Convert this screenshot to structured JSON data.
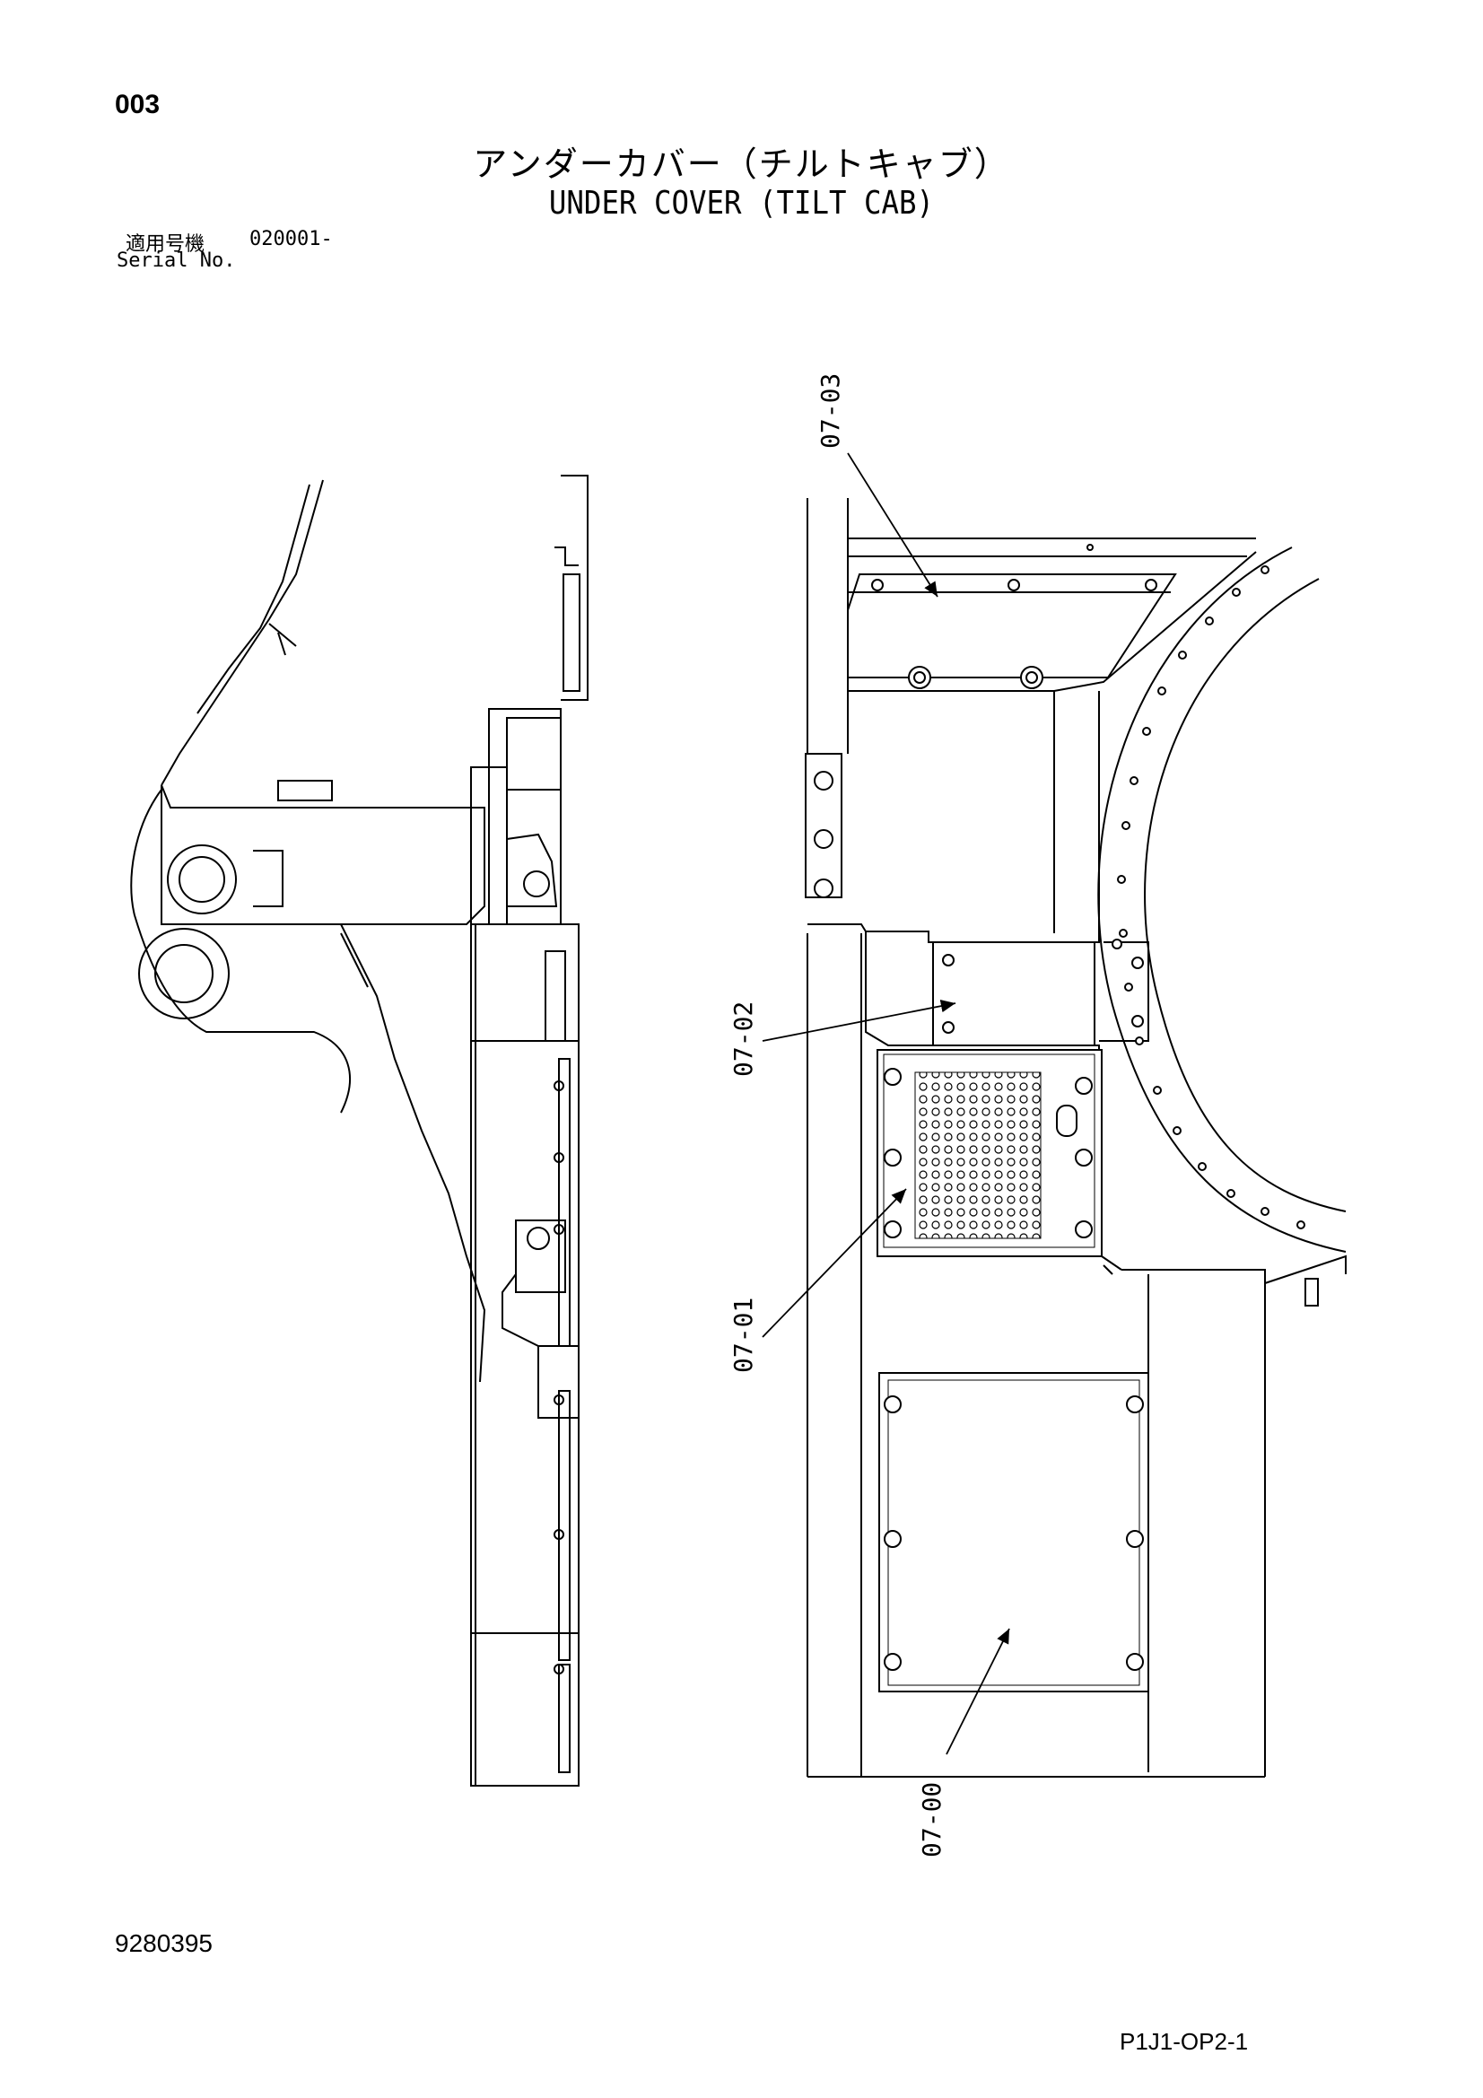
{
  "page": {
    "number": "003"
  },
  "title": {
    "japanese": "アンダーカバー（チルトキャブ）",
    "english": "UNDER COVER (TILT CAB)"
  },
  "serial": {
    "label_jp": "適用号機",
    "value": "020001-",
    "label_en": "Serial No."
  },
  "callouts": [
    "07-03",
    "07-02",
    "07-01",
    "07-00"
  ],
  "footer": {
    "document_number": "9280395",
    "sheet_code": "P1J1-OP2-1"
  }
}
